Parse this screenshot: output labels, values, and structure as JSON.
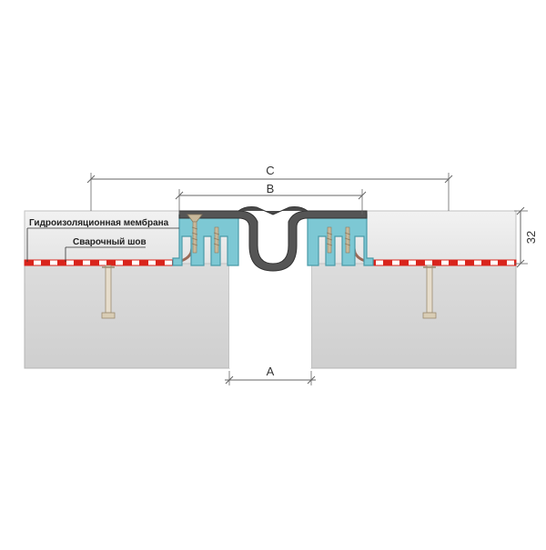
{
  "dimensions": {
    "c_label": "C",
    "b_label": "B",
    "a_label": "A",
    "height_label": "32"
  },
  "callouts": {
    "membrane": "Гидроизоляционная мембрана",
    "weld": "Сварочный шов"
  },
  "colors": {
    "slab": "#d8d8d8",
    "slab_edge": "#b0b0b0",
    "topping": "#ececec",
    "aluminum": "#7dc8d4",
    "aluminum_dark": "#4a9aa8",
    "rubber": "#555555",
    "membrane": "#9a6a58",
    "weld_red": "#d9241c",
    "dim_line": "#666666",
    "screw": "#c8b89a"
  }
}
